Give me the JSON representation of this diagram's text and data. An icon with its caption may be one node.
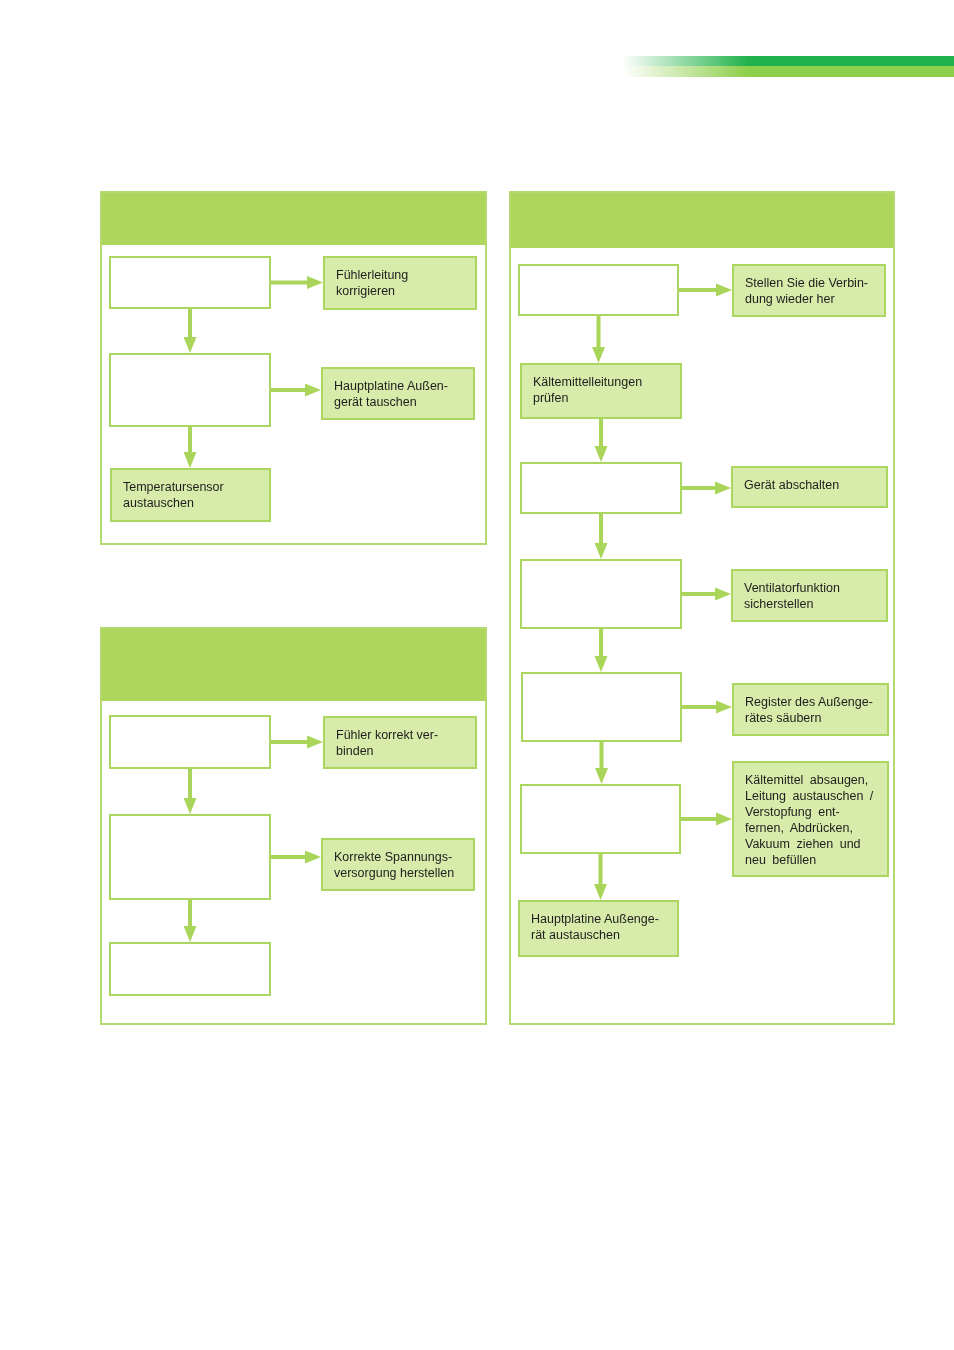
{
  "diagram": {
    "nodes": [
      {
        "text": [],
        "shape": "box"
      },
      {
        "text": [],
        "shape": "box",
        "in": 0
      },
      {
        "text": [
          "Fühlerleitung korrigieren"
        ],
        "in": 0
      },
      {
        "text": [],
        "shape": "box",
        "in": 0
      },
      {
        "text": [
          "Hauptplatine Außen- gerät tauschen"
        ],
        "in": 0
      },
      {
        "text": [
          "Temperatursensor austauschen"
        ],
        "in": 0
      },
      {
        "text": [],
        "shape": "box"
      },
      {
        "text": [],
        "shape": "box",
        "in": 6
      },
      {
        "text": [
          "Fühler korrekt ver- binden"
        ],
        "in": 6
      },
      {
        "text": [],
        "shape": "box",
        "in": 6
      },
      {
        "text": [
          "Korrekte Spannungs- versorgung herstellen"
        ],
        "in": 6
      },
      {
        "text": [],
        "shape": "box",
        "in": 6
      },
      {
        "text": [],
        "shape": "box"
      },
      {
        "text": [],
        "shape": "box",
        "in": 12
      },
      {
        "text": [
          "Stellen Sie die Verbin- dung wieder her"
        ],
        "in": 12
      },
      {
        "text": [
          "Kältemittelleitungen prüfen"
        ],
        "in": 12
      },
      {
        "text": [],
        "shape": "box",
        "in": 12
      },
      {
        "text": [
          "Gerät abschalten"
        ],
        "in": 12
      },
      {
        "text": [],
        "shape": "box",
        "in": 12
      },
      {
        "text": [
          "Ventilatorfunktion sicherstellen"
        ],
        "in": 12
      },
      {
        "text": [],
        "shape": "box",
        "in": 12
      },
      {
        "text": [
          "Register des Außenge- rätes säubern"
        ],
        "in": 12
      },
      {
        "text": [],
        "shape": "box",
        "in": 12
      },
      {
        "text": [
          "Kältemittel absaugen, Leitung austauschen / Verstopfung ent- fernen, Abdrücken, Vakuum ziehen und neu befüllen"
        ],
        "in": 12
      },
      {
        "text": [
          "Hauptplatine Außenge- rät austauschen"
        ],
        "in": 12
      }
    ],
    "edges": [
      {
        "from": 1,
        "to": 2,
        "arrow": "to"
      },
      {
        "from": 1,
        "to": 3,
        "arrow": "to"
      },
      {
        "from": 3,
        "to": 4,
        "arrow": "to"
      },
      {
        "from": 3,
        "to": 5,
        "arrow": "to"
      },
      {
        "from": 7,
        "to": 8,
        "arrow": "to"
      },
      {
        "from": 7,
        "to": 9,
        "arrow": "to"
      },
      {
        "from": 9,
        "to": 10,
        "arrow": "to"
      },
      {
        "from": 9,
        "to": 11,
        "arrow": "to"
      },
      {
        "from": 13,
        "to": 14,
        "arrow": "to"
      },
      {
        "from": 13,
        "to": 15,
        "arrow": "to"
      },
      {
        "from": 15,
        "to": 16,
        "arrow": "to"
      },
      {
        "from": 16,
        "to": 17,
        "arrow": "to"
      },
      {
        "from": 16,
        "to": 18,
        "arrow": "to"
      },
      {
        "from": 18,
        "to": 19,
        "arrow": "to"
      },
      {
        "from": 18,
        "to": 20,
        "arrow": "to"
      },
      {
        "from": 20,
        "to": 21,
        "arrow": "to"
      },
      {
        "from": 20,
        "to": 22,
        "arrow": "to"
      },
      {
        "from": 22,
        "to": 23,
        "arrow": "to"
      },
      {
        "from": 22,
        "to": 24,
        "arrow": "to"
      }
    ]
  }
}
